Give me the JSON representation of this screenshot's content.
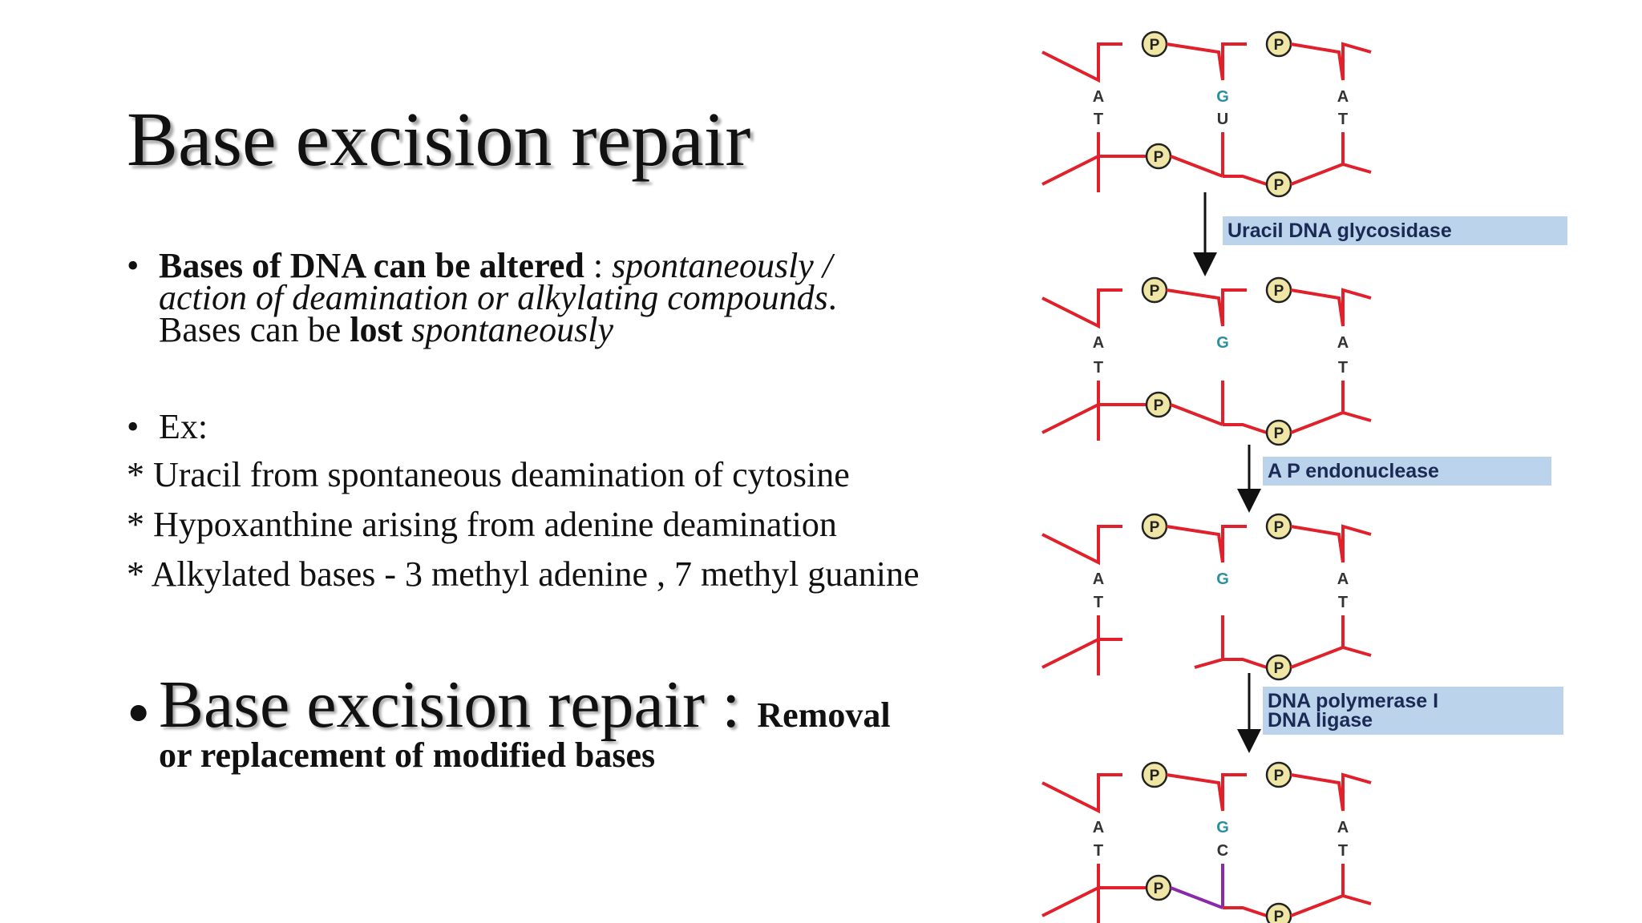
{
  "slide": {
    "title": "Base excision repair",
    "bullet1": {
      "bold1": "Bases of DNA can be altered",
      "sep": " : ",
      "italic1": "spontaneously / action of deamination or alkylating compounds",
      "period": ". ",
      "plain1": "Bases can be ",
      "bold2": "lost",
      "space": " ",
      "italic2": "spontaneously"
    },
    "bullet2": "Ex:",
    "examples": [
      " * Uracil from spontaneous deamination of cytosine",
      " * Hypoxanthine arising from adenine deamination",
      " * Alkylated bases - 3 methyl adenine , 7 methyl guanine"
    ],
    "bullet3": {
      "large": "Base excision repair : ",
      "small": "Removal or replacement of modified bases"
    },
    "bullet_char": "•"
  },
  "diagram": {
    "top_strand_bases": [
      "A",
      "G",
      "A"
    ],
    "bottom_strand_bases": [
      [
        "T",
        "U",
        "T"
      ],
      [
        "T",
        "",
        "T"
      ],
      [
        "T",
        "",
        "T"
      ],
      [
        "T",
        "C",
        "T"
      ]
    ],
    "phosphate_label": "P",
    "enzymes": [
      "Uracil DNA glycosidase",
      "A P endonuclease",
      "DNA polymerase I",
      "DNA ligase"
    ],
    "colors": {
      "strand": "#e0202a",
      "guanine_label": "#2a8fa0",
      "new_segment": "#8a2aa8",
      "phosphate_fill": "#efe6a6",
      "enzyme_box": "#bcd3ec",
      "arrow": "#111111"
    }
  }
}
